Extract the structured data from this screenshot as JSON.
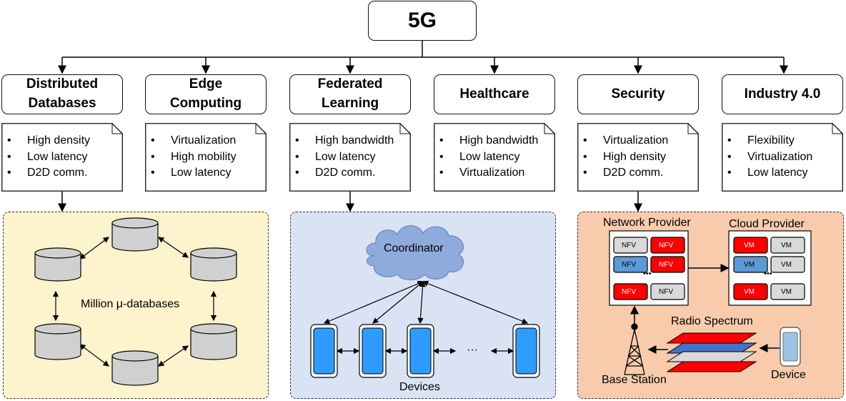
{
  "root": {
    "label": "5G"
  },
  "categories": [
    {
      "lines": [
        "Distributed",
        "Databases"
      ],
      "features": [
        "High density",
        "Low latency",
        "D2D comm."
      ]
    },
    {
      "lines": [
        "Edge",
        "Computing"
      ],
      "features": [
        "Virtualization",
        "High mobility",
        "Low latency"
      ]
    },
    {
      "lines": [
        "Federated",
        "Learning"
      ],
      "features": [
        "High bandwidth",
        "Low latency",
        "D2D comm."
      ]
    },
    {
      "lines": [
        "Healthcare"
      ],
      "features": [
        "High bandwidth",
        "Low latency",
        "Virtualization"
      ]
    },
    {
      "lines": [
        "Security"
      ],
      "features": [
        "Virtualization",
        "High density",
        "D2D comm."
      ]
    },
    {
      "lines": [
        "Industry 4.0"
      ],
      "features": [
        "Flexibility",
        "Virtualization",
        "Low latency"
      ]
    }
  ],
  "databases_panel": {
    "label": "Million μ-databases",
    "background": "#fdf3cd"
  },
  "federated_panel": {
    "coordinator": "Coordinator",
    "devices_label": "Devices",
    "ellipsis": "···",
    "background": "#dae3f3"
  },
  "security_panel": {
    "background": "#f8cbad",
    "network_provider": "Network Provider",
    "cloud_provider": "Cloud Provider",
    "nfv_cells": [
      "NFV",
      "NFV",
      "NFV",
      "NFV",
      "NFV",
      "NFV"
    ],
    "vm_cells": [
      "VM",
      "VM",
      "VM",
      "VM",
      "VM",
      "VM"
    ],
    "ellipsis": "•••",
    "radio_spectrum": "Radio Spectrum",
    "base_station": "Base Station",
    "device": "Device"
  },
  "colors": {
    "red": "#ff0000",
    "blue": "#5b9bd5",
    "grey": "#d9d9d9",
    "cloud": "#8faadc",
    "device": "#2e9bff"
  }
}
